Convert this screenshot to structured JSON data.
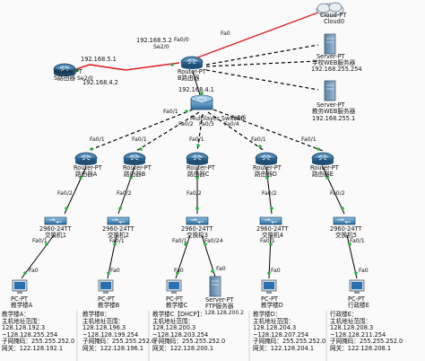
{
  "devices": {
    "cloud": {
      "type": "Cloud-PT",
      "name": "Cloud0"
    },
    "school_web_server": {
      "type": "Server-PT",
      "name": "学校WEB服务器",
      "ip": "192.168.255.254"
    },
    "edu_web_server": {
      "type": "Server-PT",
      "name": "教务WEB服务器",
      "ip": "192.168.255.1"
    },
    "router_s": {
      "type": "Router-PT",
      "name": "S路由器"
    },
    "router_b": {
      "type": "Router-PT",
      "name": "B路由器"
    },
    "core_switch": {
      "type": "Multilayer Switch0",
      "ip": "192.168.4.1"
    },
    "router_a": {
      "type": "Router-PT",
      "name": "路由器A"
    },
    "router_bb": {
      "type": "Router-PT",
      "name": "路由器B"
    },
    "router_c": {
      "type": "Router-PT",
      "name": "路由器C"
    },
    "router_d": {
      "type": "Router-PT",
      "name": "路由器D"
    },
    "router_e": {
      "type": "Router-PT",
      "name": "路由器E"
    },
    "switch_1": {
      "type": "2960-24TT",
      "name": "交换机1"
    },
    "switch_2": {
      "type": "2960-24TT",
      "name": "交换机2"
    },
    "switch_3": {
      "type": "2960-24TT",
      "name": "交换机3"
    },
    "switch_4": {
      "type": "2960-24TT",
      "name": "交换机4"
    },
    "switch_5": {
      "type": "2960-24TT",
      "name": "交换机5"
    },
    "pc_a": {
      "type": "PC-PT",
      "name": "教学楼A"
    },
    "pc_b": {
      "type": "PC-PT",
      "name": "教学楼B"
    },
    "pc_c": {
      "type": "PC-PT",
      "name": "教学楼C"
    },
    "server_c": {
      "type": "Server-PT",
      "name": "FTP服务器"
    },
    "pc_d": {
      "type": "PC-PT",
      "name": "教学楼D"
    },
    "pc_e": {
      "type": "PC-PT",
      "name": "行政楼E"
    }
  },
  "links": {
    "rs_ip": "192.168.5.1",
    "rb_ip": "192.168.5.2",
    "rs_port": "Se2/0",
    "rb_port": "Se2/0",
    "rs_ip2": "192.168.4.2",
    "cloud_fa": "Fa0",
    "rb_fa_cloud": "Fa0/0",
    "ms_fa0_1": "Fa0/1",
    "ms_fa0_2": "Fa0/2",
    "ms_fa0_3": "Fa0/3",
    "ms_fa0_4": "Fa0/4",
    "ms_fa0_5": "Fa0/5",
    "ra_fa0_2": "Fa0/2",
    "rbb_fa0_2": "Fa0/2",
    "rc_fa0_2": "Fa0/2",
    "rd_fa0_2": "Fa0/2",
    "re_fa0_2": "Fa0/2",
    "s1_fa0_1": "Fa0/1",
    "s2_fa0_1": "Fa0/1",
    "s3_fa0_1": "Fa0/1",
    "s3_fa0_24": "Fa0/24",
    "s4_fa0_1": "Fa0/1",
    "s5_fa0_1": "Fa0/1",
    "pc_fa0": "Fa0"
  },
  "notes": {
    "a": {
      "title": "教学楼A：",
      "line1": "主机地址范围：",
      "line2": "128.128.192.3",
      "line3": "~128.128.255.254",
      "line4": "子网掩码：255.255.252.0",
      "line5": "网关：122.128.192.1"
    },
    "b": {
      "title": "教学楼B：",
      "line1": "主机地址范围：",
      "line2": "128.128.196.3",
      "line3": "~128.128.199.254",
      "line4": "子网掩码：255.255.252.0",
      "line5": "网关：122.128.196.1"
    },
    "c": {
      "title": "教学楼C【DHCP】：",
      "line1": "主机地址范围：",
      "line2": "128.128.200.3",
      "line3": "~128.128.203.254",
      "line4": "子网掩码：255.255.252.0",
      "line5": "网关：122.128.200.1",
      "extra": "128.128.200.2"
    },
    "d": {
      "title": "教学楼D：",
      "line1": "主机地址范围：",
      "line2": "128.128.204.3",
      "line3": "~128.128.207.254",
      "line4": "子网掩码：255.255.252.0",
      "line5": "网关：122.128.204.1"
    },
    "e": {
      "title": "行政楼E：",
      "line1": "主机地址范围：",
      "line2": "128.128.208.3",
      "line3": "~128.128.211.254",
      "line4": "子网掩码：255.255.252.0",
      "line5": "网关：122.128.208.1"
    }
  },
  "colors": {
    "serial": "#e0202a",
    "copper": "#000000",
    "cross": "#000000",
    "link_dot": "#2eae3c",
    "router": "#2f6f9f",
    "switch": "#3b7fb4"
  }
}
